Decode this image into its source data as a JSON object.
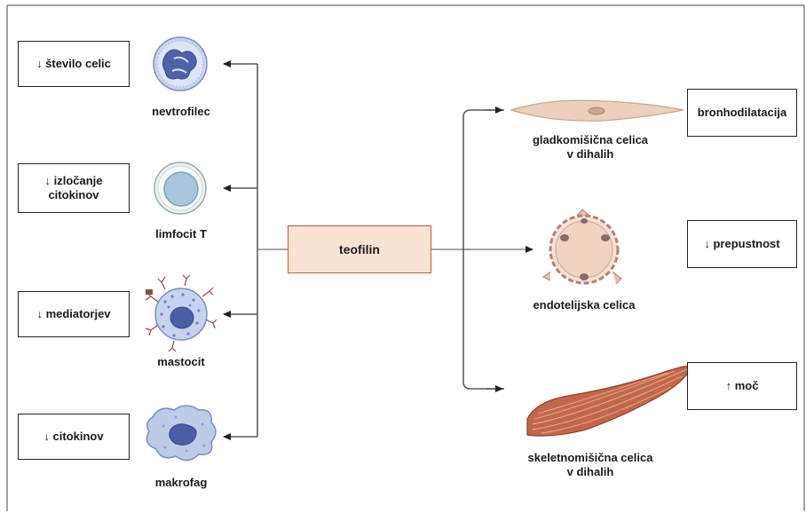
{
  "center": {
    "label": "teofilin"
  },
  "left_effects": [
    {
      "text": "↓ število celic"
    },
    {
      "text": "↓ izločanje\ncitokinov"
    },
    {
      "text": "↓ mediatorjev"
    },
    {
      "text": "↓ citokinov"
    }
  ],
  "left_cells": [
    {
      "name": "nevtrofilec"
    },
    {
      "name": "limfocit T"
    },
    {
      "name": "mastocit"
    },
    {
      "name": "makrofag"
    }
  ],
  "right_cells": [
    {
      "name": "gladkomišična celica\nv dihalih"
    },
    {
      "name": "endotelijska celica"
    },
    {
      "name": "skeletnomišična celica\nv dihalih"
    }
  ],
  "right_effects": [
    {
      "text": "bronhodilatacija"
    },
    {
      "text": "↓ prepustnost"
    },
    {
      "text": "↑ moč"
    }
  ],
  "colors": {
    "line": "#8a8a8a",
    "arrow": "#222222",
    "center_fill": "#fbe3d4",
    "center_border": "#c05a33",
    "cell_blue": "#b8c6e6",
    "nucleus_blue": "#5b6fb3",
    "cell_tan": "#e9c6a8",
    "muscle": "#b4573a"
  }
}
